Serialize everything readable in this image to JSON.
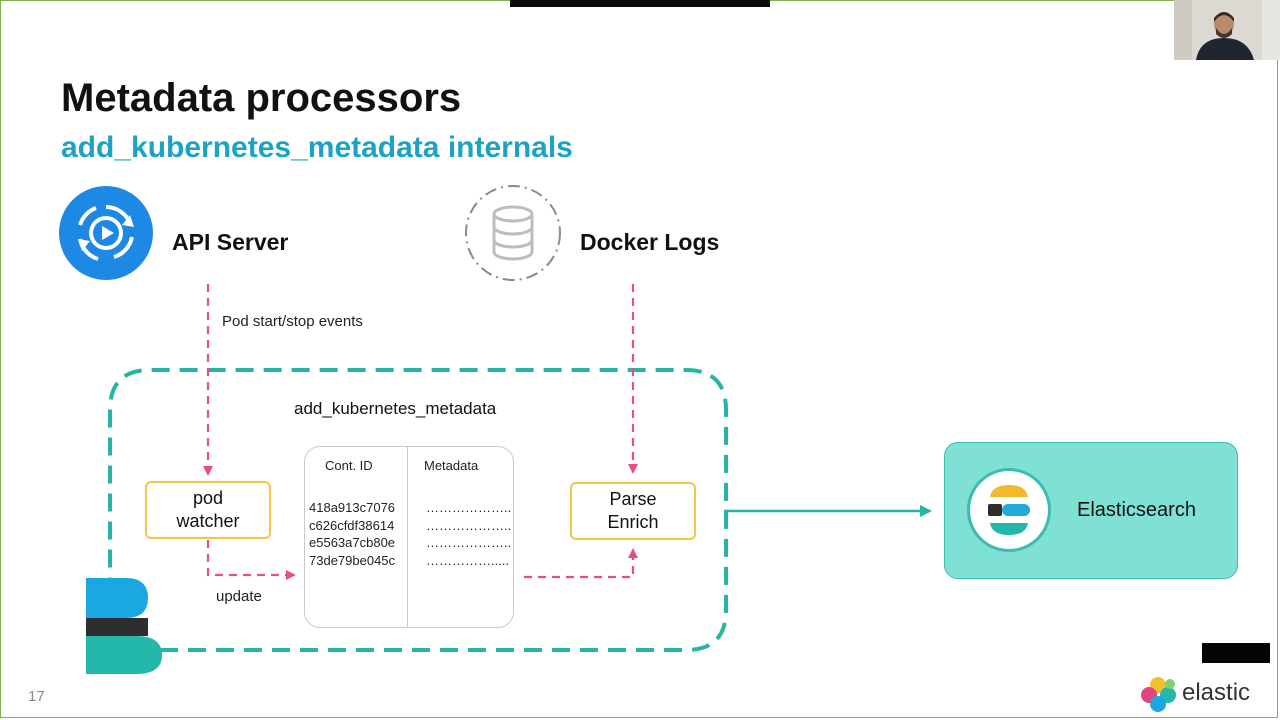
{
  "slide": {
    "title": "Metadata processors",
    "subtitle": "add_kubernetes_metadata internals",
    "number": "17"
  },
  "diagram": {
    "api_server_label": "API Server",
    "docker_logs_label": "Docker Logs",
    "events_label": "Pod start/stop events",
    "group_label": "add_kubernetes_metadata",
    "pod_watcher": {
      "line1": "pod",
      "line2": "watcher"
    },
    "parse_enrich": {
      "line1": "Parse",
      "line2": "Enrich"
    },
    "update_label": "update",
    "table": {
      "headers": [
        "Cont. ID",
        "Metadata"
      ],
      "rows": [
        [
          "418a913c7076",
          "……………….."
        ],
        [
          "c626cfdf38614",
          "……………….."
        ],
        [
          "e5563a7cb80e",
          "……………….."
        ],
        [
          "73de79be045c",
          "……………....."
        ]
      ]
    },
    "elasticsearch_label": "Elasticsearch"
  },
  "brand": {
    "name": "elastic"
  },
  "colors": {
    "title": "#111111",
    "subtitle": "#1ba3c6",
    "teal_dash": "#26b5a5",
    "pink_dash": "#e8507c",
    "proc_border": "#f5c54a",
    "es_fill": "#7fe0d4",
    "api_blue": "#1e88e5"
  },
  "icons": {
    "api_server": "gear-play-icon",
    "docker_logs": "database-icon",
    "elasticsearch": "elasticsearch-logo-icon",
    "beats": "beats-logo-icon",
    "brand": "elastic-logo-icon"
  }
}
